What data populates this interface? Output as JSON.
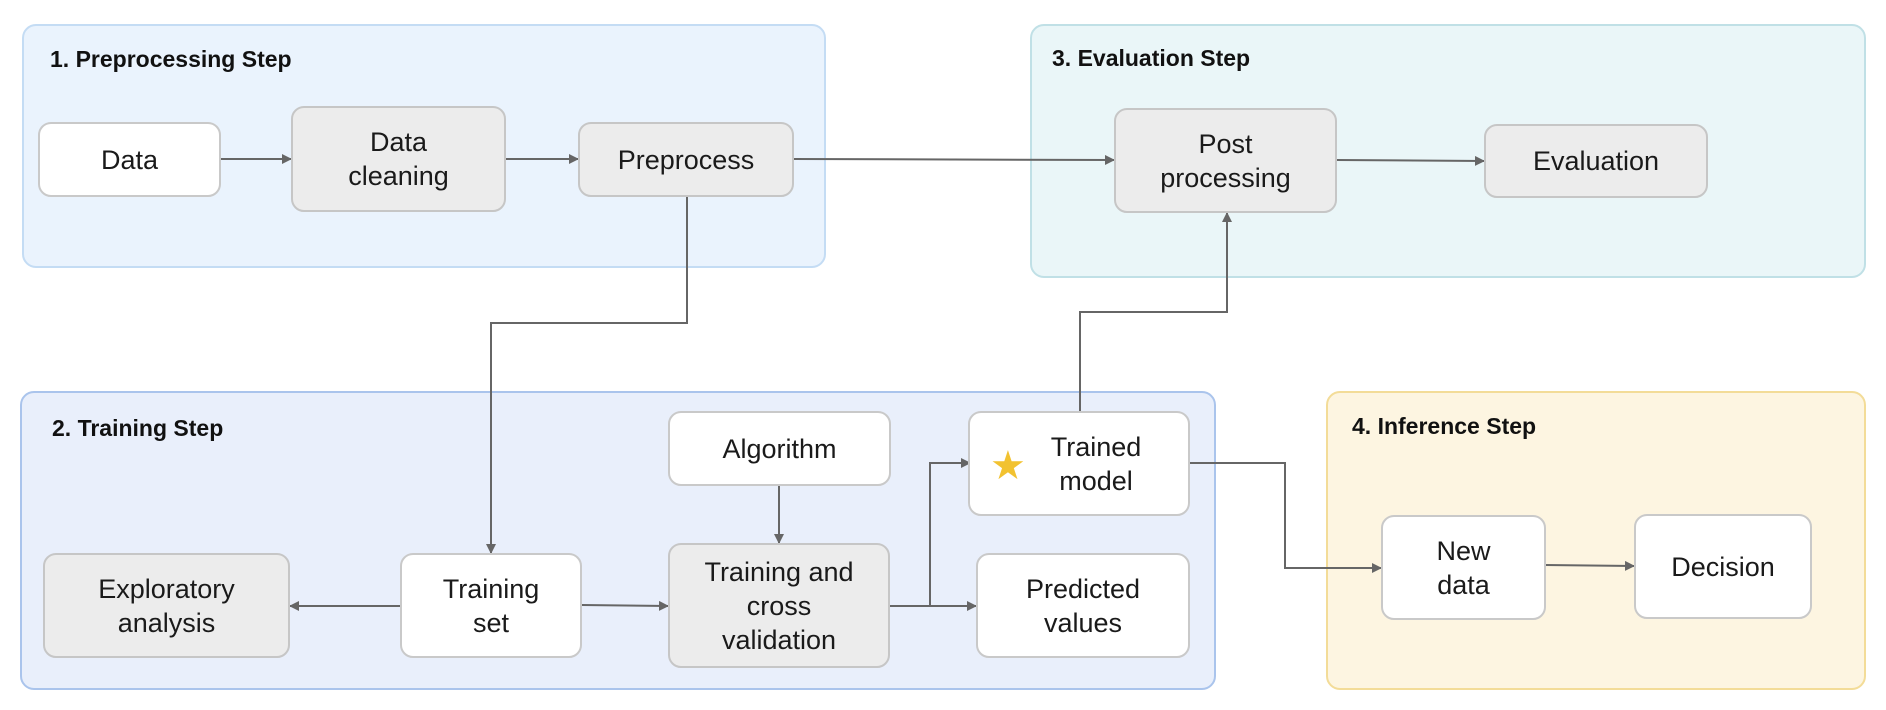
{
  "groups": {
    "preprocessing": "1. Preprocessing  Step",
    "evaluation": "3. Evaluation Step",
    "training": "2. Training Step",
    "inference": "4. Inference Step"
  },
  "nodes": {
    "data": "Data",
    "data_cleaning": "Data\ncleaning",
    "preprocess": "Preprocess",
    "post_processing": "Post\nprocessing",
    "evaluation": "Evaluation",
    "algorithm": "Algorithm",
    "trained_model": "Trained\nmodel",
    "exploratory_analysis": "Exploratory\nanalysis",
    "training_set": "Training\nset",
    "training_cv": "Training and\ncross\nvalidation",
    "predicted_values": "Predicted\nvalues",
    "new_data": "New\ndata",
    "decision": "Decision"
  },
  "icons": {
    "trained_model_marker": "star-icon"
  },
  "colors": {
    "preprocessing_bg": "#eaf3fd",
    "evaluation_bg": "#eaf6f8",
    "training_bg": "#e9effb",
    "inference_bg": "#fdf5e1",
    "star": "#f2c230",
    "arrow": "#666666"
  }
}
